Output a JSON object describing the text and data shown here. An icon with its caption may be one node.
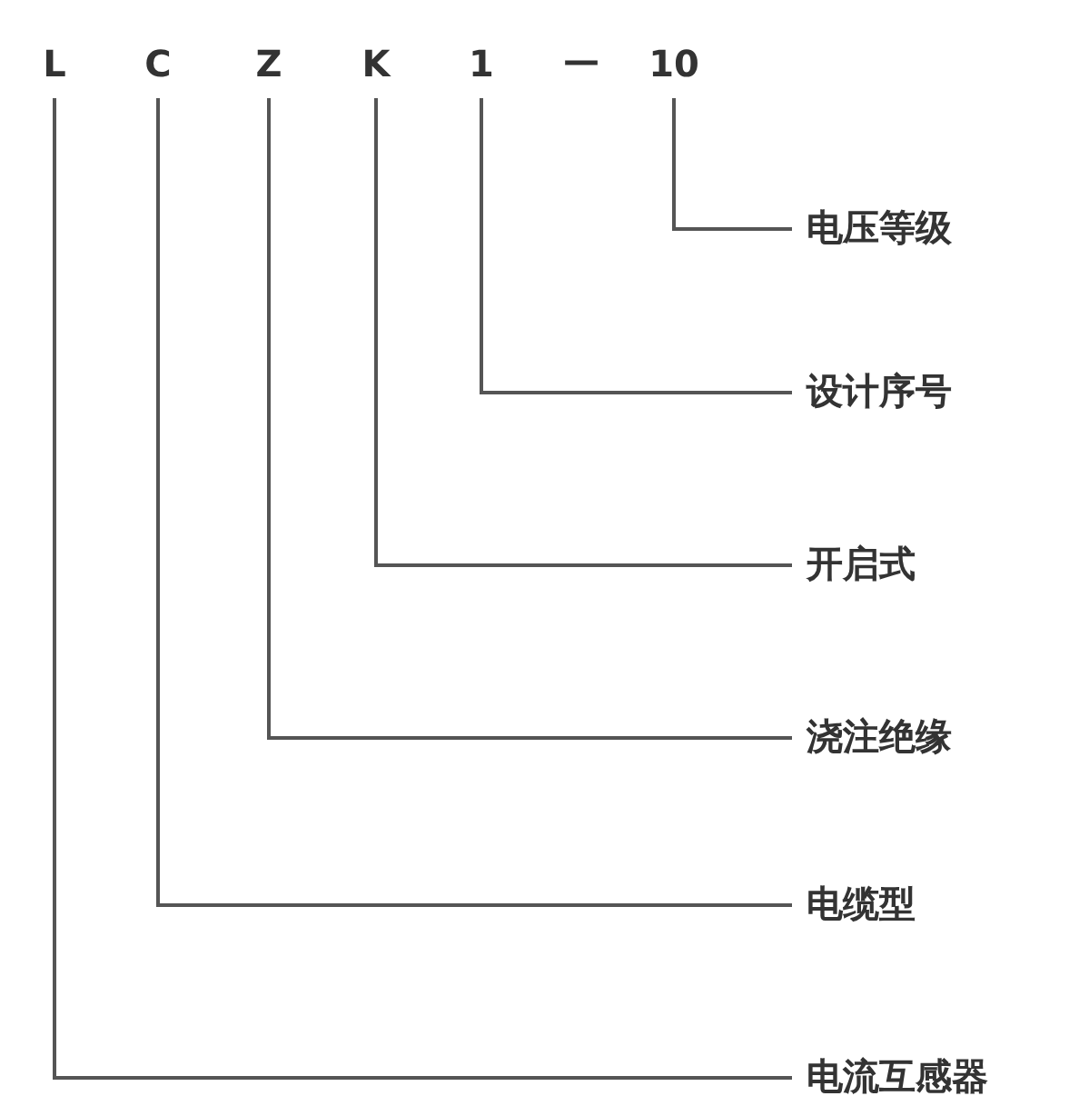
{
  "diagram": {
    "nodes": [
      {
        "text": [
          "L"
        ]
      },
      {
        "text": [
          "C"
        ]
      },
      {
        "text": [
          "Z"
        ]
      },
      {
        "text": [
          "K"
        ]
      },
      {
        "text": [
          "1"
        ]
      },
      {
        "text": [
          "10"
        ]
      },
      {
        "text": [
          "电压等级"
        ]
      },
      {
        "text": [
          "设计序号"
        ]
      },
      {
        "text": [
          "开启式"
        ]
      },
      {
        "text": [
          "浇注绝缘"
        ]
      },
      {
        "text": [
          "电缆型"
        ]
      },
      {
        "text": [
          "电流互感器"
        ]
      }
    ],
    "edges": [
      {
        "from": 0,
        "to": 11,
        "arrow": "none"
      },
      {
        "from": 1,
        "to": 10,
        "arrow": "none"
      },
      {
        "from": 2,
        "to": 9,
        "arrow": "none"
      },
      {
        "from": 3,
        "to": 8,
        "arrow": "none"
      },
      {
        "from": 4,
        "to": 7,
        "arrow": "none"
      },
      {
        "from": 5,
        "to": 6,
        "arrow": "none"
      }
    ],
    "labels": [
      "—"
    ]
  }
}
